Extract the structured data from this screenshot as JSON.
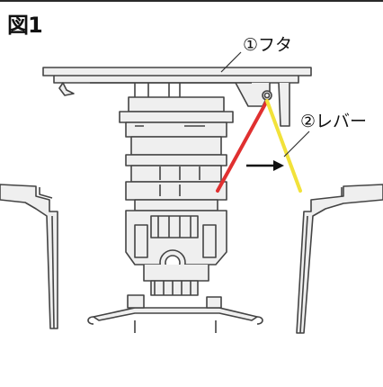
{
  "figure": {
    "title": "図1",
    "labels": {
      "lid": "①フタ",
      "lever": "②レバー"
    }
  },
  "colors": {
    "line": "#444444",
    "fill": "#efefef",
    "red_line": "#e03030",
    "yellow_line": "#f2e23a",
    "arrow": "#111111"
  },
  "icons": [
    "arrow-right-icon"
  ]
}
